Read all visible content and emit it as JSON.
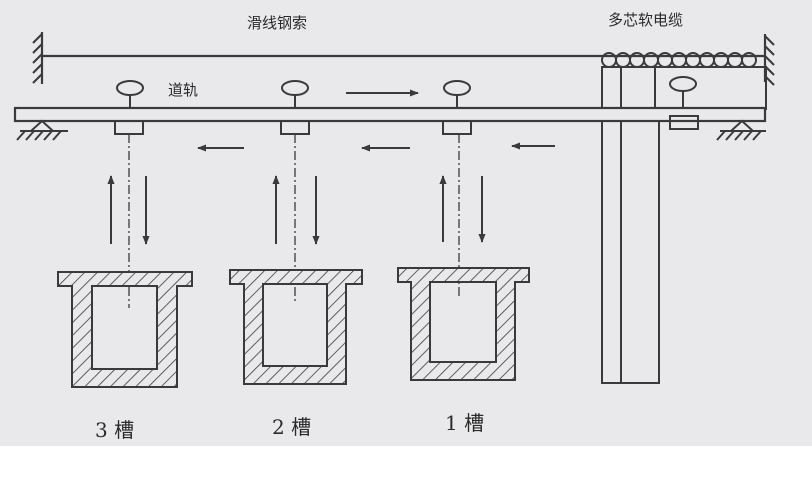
{
  "labels": {
    "wire_rope": "滑线钢索",
    "cable": "多芯软电缆",
    "rail": "道轨",
    "tank1": "1 槽",
    "tank2": "2 槽",
    "tank3": "3 槽"
  },
  "colors": {
    "paper": "#e9e9eb",
    "line": "#3a3a3a",
    "text": "#2a2a2a"
  }
}
